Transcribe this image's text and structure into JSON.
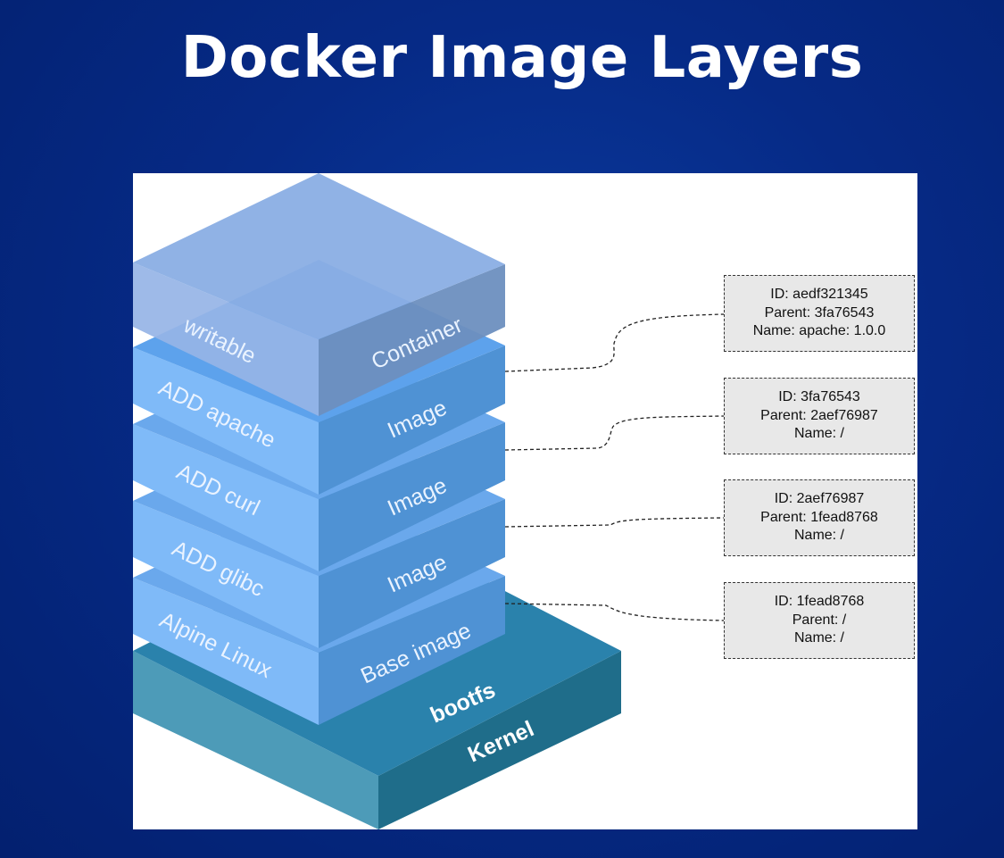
{
  "title": "Docker Image Layers",
  "layers": [
    {
      "left_label": "writable",
      "right_label": "Container"
    },
    {
      "left_label": "ADD apache",
      "right_label": "Image"
    },
    {
      "left_label": "ADD curl",
      "right_label": "Image"
    },
    {
      "left_label": "ADD glibc",
      "right_label": "Image"
    },
    {
      "left_label": "Alpine Linux",
      "right_label": "Base image"
    }
  ],
  "base": {
    "bootfs_label": "bootfs",
    "kernel_label": "Kernel"
  },
  "info_boxes": [
    {
      "id": "ID: aedf321345",
      "parent": "Parent: 3fa76543",
      "name": "Name: apache: 1.0.0"
    },
    {
      "id": "ID: 3fa76543",
      "parent": "Parent: 2aef76987",
      "name": "Name: /"
    },
    {
      "id": "ID: 2aef76987",
      "parent": "Parent: 1fead8768",
      "name": "Name: /"
    },
    {
      "id": "ID: 1fead8768",
      "parent": "Parent: /",
      "name": "Name: /"
    }
  ],
  "colors": {
    "background": "#062a86",
    "container_layer": "#8aaee4",
    "image_layer": "#7fbaf8",
    "image_layer_right": "#4f92d4",
    "kernel_top": "#2a82ac",
    "kernel_left": "#4d9bb8",
    "kernel_right": "#1f6d8a"
  }
}
